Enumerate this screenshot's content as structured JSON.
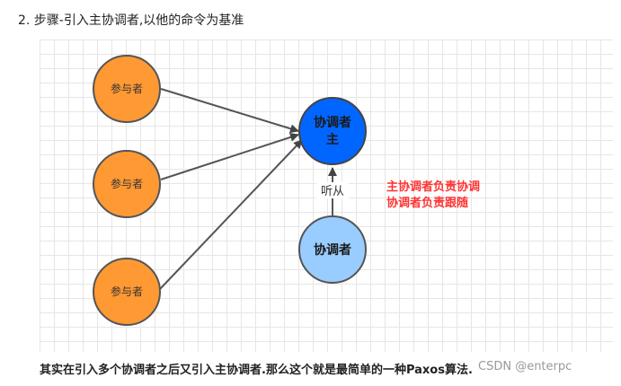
{
  "heading": "2. 步骤-引入主协调者,以他的命令为基准",
  "nodes": {
    "participant_1": "参与者",
    "participant_2": "参与者",
    "participant_3": "参与者",
    "main_coordinator_line1": "协调者",
    "main_coordinator_line2": "主",
    "coordinator": "协调者"
  },
  "edge_label_listen": "听从",
  "annotation": {
    "line1": "主协调者负责协调",
    "line2": "协调者负责跟随"
  },
  "caption": "其实在引入多个协调者之后又引入主协调者.那么这个就是最简单的一种Paxos算法.",
  "watermark": "CSDN @enterpc",
  "colors": {
    "participant_fill": "#FF9933",
    "main_coordinator_fill": "#0066FF",
    "coordinator_fill": "#99CCFF",
    "annotation_text": "#FF3333"
  }
}
